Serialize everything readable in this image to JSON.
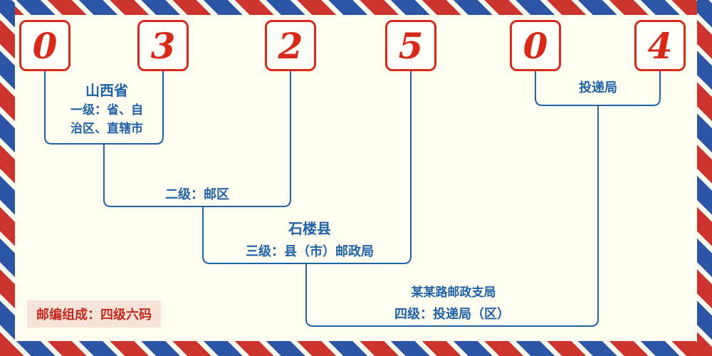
{
  "postal_code": {
    "digits": [
      "0",
      "3",
      "2",
      "5",
      "0",
      "4"
    ]
  },
  "annotations": {
    "level1": {
      "region": "山西省",
      "desc": "一级：省、自治区、直辖市"
    },
    "level2": {
      "desc": "二级：邮区"
    },
    "level3": {
      "region": "石楼县",
      "desc": "三级：县（市）邮政局"
    },
    "level4": {
      "office": "某某路邮政支局",
      "desc": "四级：投递局（区）"
    },
    "delivery": {
      "label": "投递局"
    }
  },
  "footer": {
    "composition_note": "邮编组成：四级六码"
  },
  "colors": {
    "digit_red": "#d8291b",
    "label_blue": "#1e62a8",
    "note_red": "#c5281c",
    "note_bg": "#f6e3da",
    "background": "#fffdf0",
    "stripe_red": "#cd342e",
    "stripe_blue": "#2d55a5"
  }
}
